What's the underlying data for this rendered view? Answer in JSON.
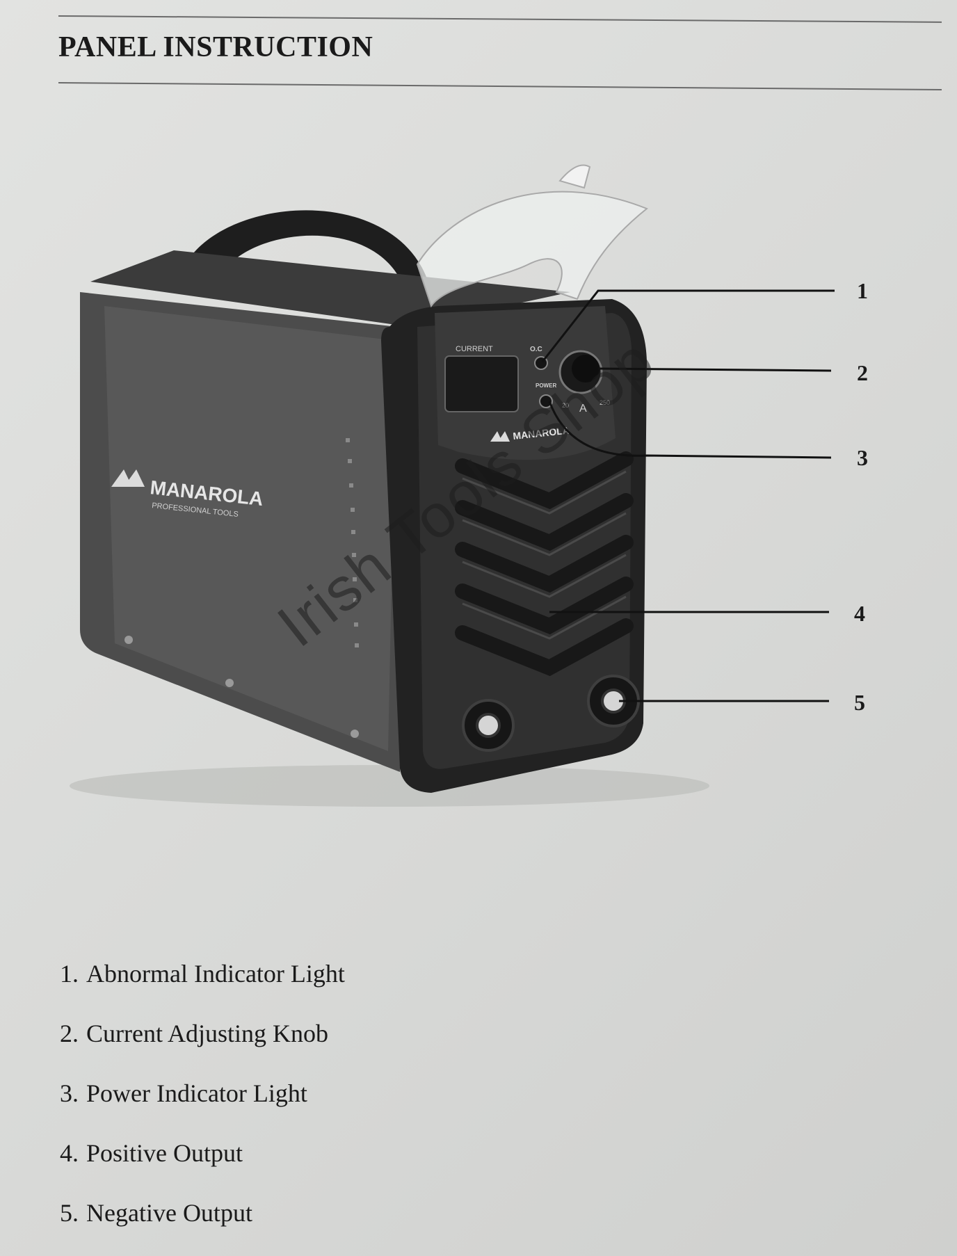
{
  "page": {
    "title": "PANEL INSTRUCTION"
  },
  "machine": {
    "brand": "MANAROLA",
    "brand_tagline": "PROFESSIONAL TOOLS",
    "panel_labels": {
      "current": "CURRENT",
      "abnormal": "O.C",
      "power": "POWER",
      "unit": "A",
      "min": "20",
      "max": "250"
    }
  },
  "callouts": [
    "1",
    "2",
    "3",
    "4",
    "5"
  ],
  "legend": [
    {
      "num": "1.",
      "label": "Abnormal Indicator Light"
    },
    {
      "num": "2.",
      "label": "Current Adjusting Knob"
    },
    {
      "num": "3.",
      "label": "Power Indicator Light"
    },
    {
      "num": "4.",
      "label": "Positive Output"
    },
    {
      "num": "5.",
      "label": "Negative Output"
    }
  ],
  "watermark": "Irish Tools Shop",
  "colors": {
    "paper": "#dcdddb",
    "machine_dark": "#2a2a2a",
    "machine_side": "#4a4a4a"
  }
}
